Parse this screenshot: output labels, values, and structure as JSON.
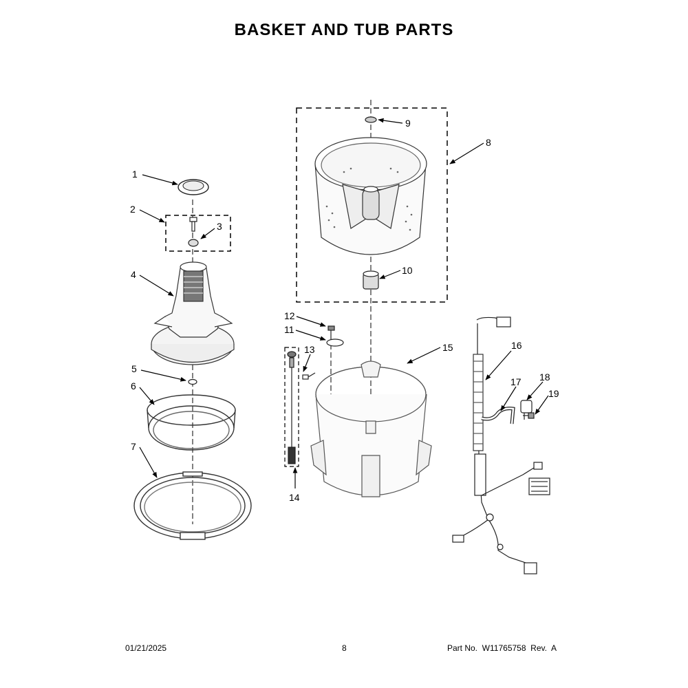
{
  "title": "BASKET AND TUB PARTS",
  "footer": {
    "date": "01/21/2025",
    "page": "8",
    "part_number": "Part No.  W11765758  Rev.  A"
  },
  "callouts": [
    "1",
    "2",
    "3",
    "4",
    "5",
    "6",
    "7",
    "8",
    "9",
    "10",
    "11",
    "12",
    "13",
    "14",
    "15",
    "16",
    "17",
    "18",
    "19"
  ]
}
